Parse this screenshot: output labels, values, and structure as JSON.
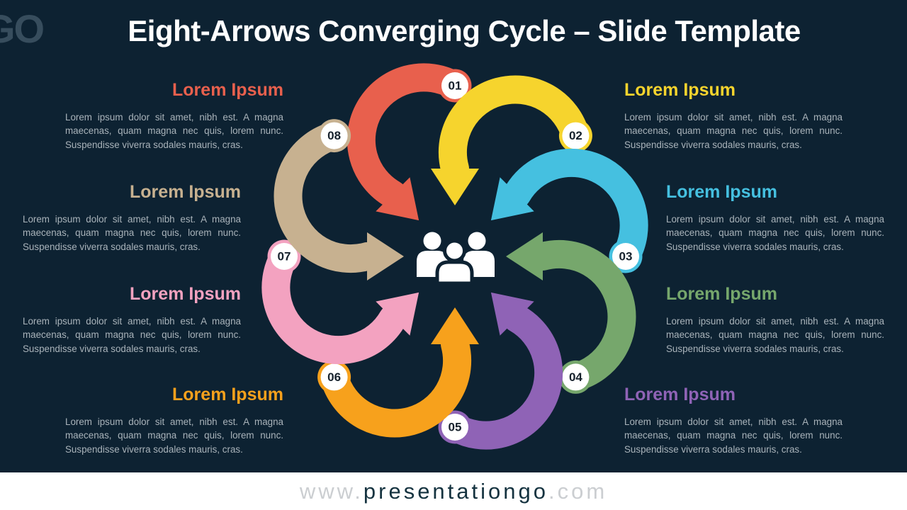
{
  "page": {
    "title": "Eight-Arrows Converging Cycle – Slide Template",
    "logo_text": "GO",
    "background_color": "#0d2232"
  },
  "diagram": {
    "center_icon": "team-icon",
    "badge_text_color": "#16212c",
    "arrows": [
      {
        "number": "01",
        "color": "#e8604d"
      },
      {
        "number": "02",
        "color": "#f6d42d"
      },
      {
        "number": "03",
        "color": "#45c0e0"
      },
      {
        "number": "04",
        "color": "#76a76c"
      },
      {
        "number": "05",
        "color": "#8f63b6"
      },
      {
        "number": "06",
        "color": "#f7a11c"
      },
      {
        "number": "07",
        "color": "#f3a2c0"
      },
      {
        "number": "08",
        "color": "#c7b190"
      }
    ]
  },
  "blocks": [
    {
      "arrow": "01",
      "heading": "Lorem Ipsum",
      "color": "#e8604d",
      "body": "Lorem ipsum dolor sit amet, nibh est. A magna maecenas, quam magna nec quis, lorem nunc. Suspendisse viverra sodales mauris, cras."
    },
    {
      "arrow": "08",
      "heading": "Lorem Ipsum",
      "color": "#c7b190",
      "body": "Lorem ipsum dolor sit amet, nibh est. A magna maecenas, quam magna nec quis, lorem nunc. Suspendisse viverra sodales mauris, cras."
    },
    {
      "arrow": "07",
      "heading": "Lorem Ipsum",
      "color": "#f3a2c0",
      "body": "Lorem ipsum dolor sit amet, nibh est. A magna maecenas, quam magna nec quis, lorem nunc. Suspendisse viverra sodales mauris, cras."
    },
    {
      "arrow": "06",
      "heading": "Lorem Ipsum",
      "color": "#f7a11c",
      "body": "Lorem ipsum dolor sit amet, nibh est. A magna maecenas, quam magna nec quis, lorem nunc. Suspendisse viverra sodales mauris, cras."
    },
    {
      "arrow": "02",
      "heading": "Lorem Ipsum",
      "color": "#f6d42d",
      "body": "Lorem ipsum dolor sit amet, nibh est. A magna maecenas, quam magna nec quis, lorem nunc. Suspendisse viverra sodales mauris, cras."
    },
    {
      "arrow": "03",
      "heading": "Lorem Ipsum",
      "color": "#45c0e0",
      "body": "Lorem ipsum dolor sit amet, nibh est. A magna maecenas, quam magna nec quis, lorem nunc. Suspendisse viverra sodales mauris, cras."
    },
    {
      "arrow": "04",
      "heading": "Lorem Ipsum",
      "color": "#76a76c",
      "body": "Lorem ipsum dolor sit amet, nibh est. A magna maecenas, quam magna nec quis, lorem nunc. Suspendisse viverra sodales mauris, cras."
    },
    {
      "arrow": "05",
      "heading": "Lorem Ipsum",
      "color": "#8f63b6",
      "body": "Lorem ipsum dolor sit amet, nibh est. A magna maecenas, quam magna nec quis, lorem nunc. Suspendisse viverra sodales mauris, cras."
    }
  ],
  "footer": {
    "prefix": "www.",
    "domain": "presentationgo",
    "suffix": ".com"
  }
}
